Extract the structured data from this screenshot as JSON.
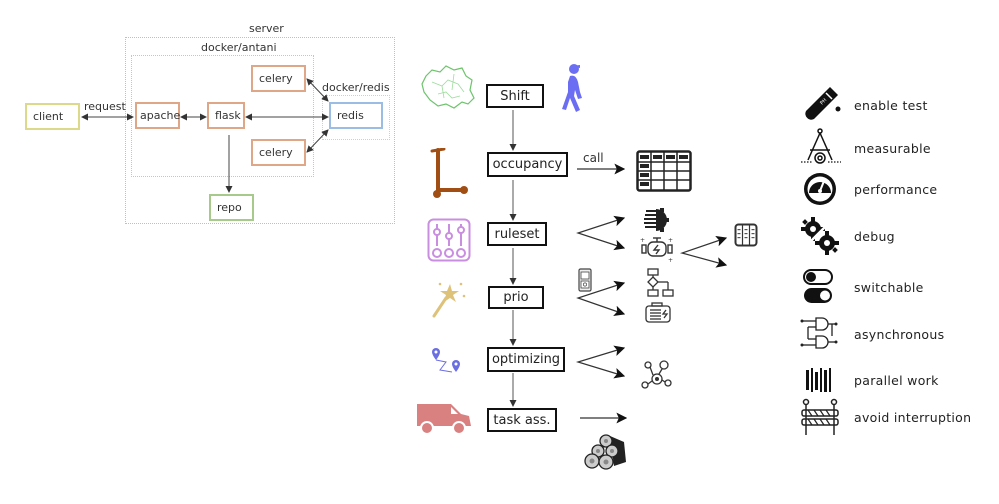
{
  "architecture": {
    "zones": {
      "server": "server",
      "antani": "docker/antani",
      "redis": "docker/redis"
    },
    "nodes": {
      "client": "client",
      "apache": "apache",
      "flask": "flask",
      "celery_top": "celery",
      "celery_bottom": "celery",
      "redis": "redis",
      "repo": "repo"
    },
    "edge_labels": {
      "request": "request"
    },
    "colors": {
      "client": "#dcd98a",
      "antani": "#e0a688",
      "redis": "#9bbde3",
      "repo": "#a8c98c",
      "server": "#b9c99a"
    }
  },
  "pipeline": {
    "steps": [
      {
        "label": "Shift",
        "icon": "city-map-icon"
      },
      {
        "label": "occupancy",
        "icon": "scooter-icon"
      },
      {
        "label": "ruleset",
        "icon": "sliders-icon"
      },
      {
        "label": "prio",
        "icon": "magic-wand-icon"
      },
      {
        "label": "optimizing",
        "icon": "route-pins-icon"
      },
      {
        "label": "task ass.",
        "icon": "van-icon"
      }
    ],
    "call_label": "call",
    "colors": {
      "city": "#6cc46a",
      "walker": "#6b6ef2",
      "scooter": "#a14e14",
      "sliders": "#c98ee0",
      "wand": "#dfc27a",
      "route": "#6b6ee0",
      "van": "#d98080"
    }
  },
  "legend": {
    "items": [
      {
        "label": "enable test",
        "icon": "test-tube-icon"
      },
      {
        "label": "measurable",
        "icon": "caliper-gear-icon"
      },
      {
        "label": "performance",
        "icon": "speedometer-icon"
      },
      {
        "label": "debug",
        "icon": "gears-icon"
      },
      {
        "label": "switchable",
        "icon": "toggle-icon"
      },
      {
        "label": "asynchronous",
        "icon": "logic-gates-icon"
      },
      {
        "label": "parallel work",
        "icon": "parallel-bars-icon"
      },
      {
        "label": "avoid interruption",
        "icon": "barrier-icon"
      }
    ]
  }
}
